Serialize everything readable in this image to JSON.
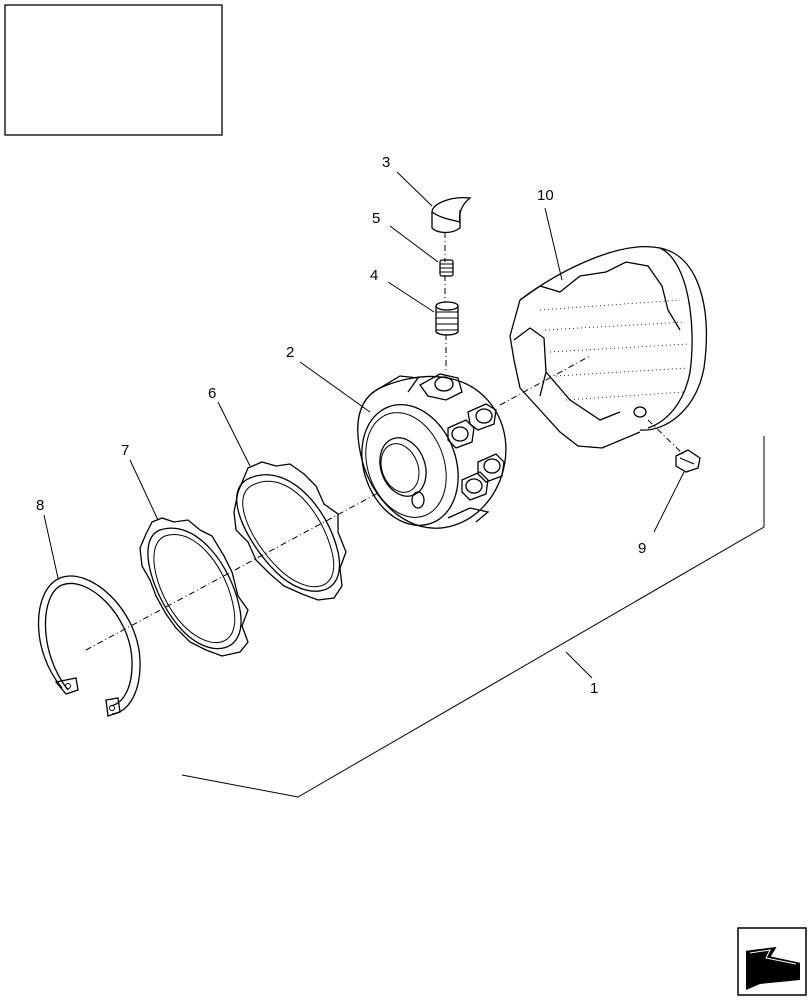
{
  "callouts": {
    "assembly": "1",
    "part2": "2",
    "part3": "3",
    "part4": "4",
    "part5": "5",
    "part6": "6",
    "part7": "7",
    "part8": "8",
    "part9": "9",
    "part10": "10"
  },
  "nav": {
    "icon": "next-page-arrow-icon"
  }
}
